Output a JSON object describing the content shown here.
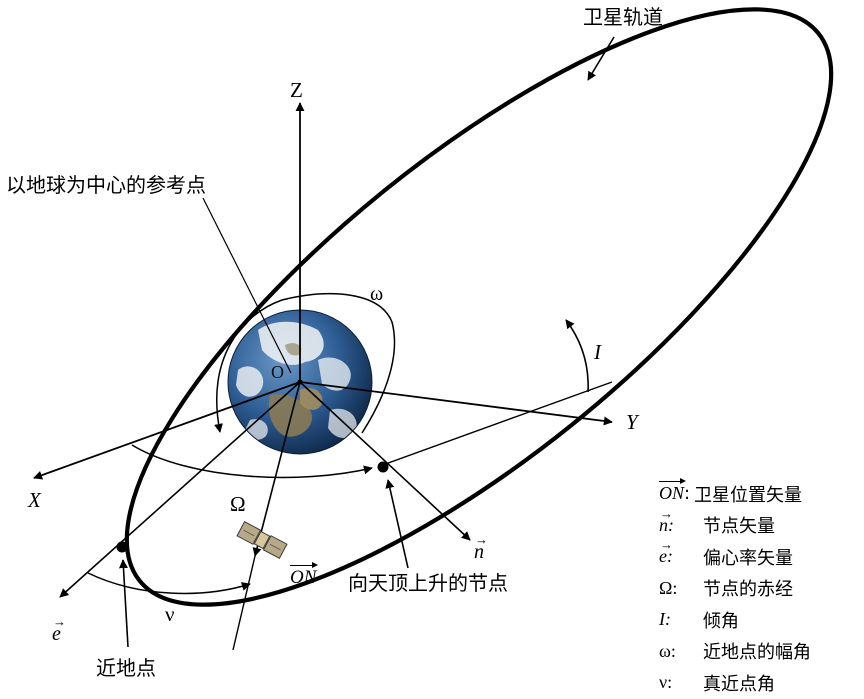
{
  "labels": {
    "orbit": "卫星轨道",
    "reference_point": "以地球为中心的参考点",
    "ascending_node": "向天顶上升的节点",
    "perigee": "近地点",
    "origin": "O"
  },
  "axes": {
    "x": "X",
    "y": "Y",
    "z": "Z"
  },
  "symbols": {
    "omega": "ω",
    "inclination": "I",
    "Omega": "Ω",
    "nu": "ν",
    "e": "e",
    "n": "n",
    "ON": "ON"
  },
  "legend": [
    {
      "symbol": "ON",
      "text": "卫星位置矢量"
    },
    {
      "symbol": "n",
      "text": "节点矢量"
    },
    {
      "symbol": "e",
      "text": "偏心率矢量"
    },
    {
      "symbol": "Ω",
      "text": "节点的赤经"
    },
    {
      "symbol": "I",
      "text": "倾角"
    },
    {
      "symbol": "ω",
      "text": "近地点的幅角"
    },
    {
      "symbol": "ν",
      "text": "真近点角"
    }
  ],
  "colors": {
    "line": "#000000",
    "ocean": "#2f5f96",
    "land": "#8a7a55",
    "cloud": "#f2f4f6"
  }
}
